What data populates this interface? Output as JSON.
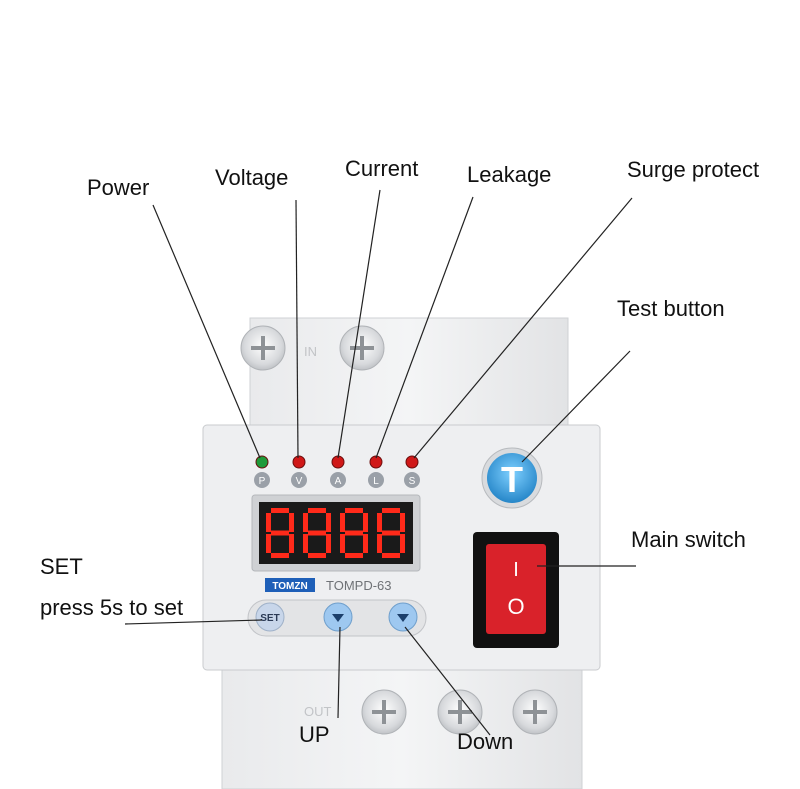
{
  "labels": {
    "power": "Power",
    "voltage": "Voltage",
    "current": "Current",
    "leakage": "Leakage",
    "surge": "Surge protect",
    "test_button": "Test button",
    "main_switch": "Main switch",
    "set_title": "SET",
    "set_hint": "press 5s to set",
    "up": "UP",
    "down": "Down"
  },
  "device": {
    "terminal_in": "IN",
    "terminal_out": "OUT",
    "indicators": [
      "P",
      "V",
      "A",
      "L",
      "S"
    ],
    "indicator_colors": [
      "#1f9a3a",
      "#d01818",
      "#d01818",
      "#d01818",
      "#d01818"
    ],
    "brand": "TOMZN",
    "model": "TOMPD-63",
    "test_key": "T",
    "set_key": "SET",
    "switch_on": "I",
    "switch_off": "O",
    "display_color": "#ff2a1a",
    "switch_color": "#d9222a",
    "test_color": "#3aa0d8"
  }
}
